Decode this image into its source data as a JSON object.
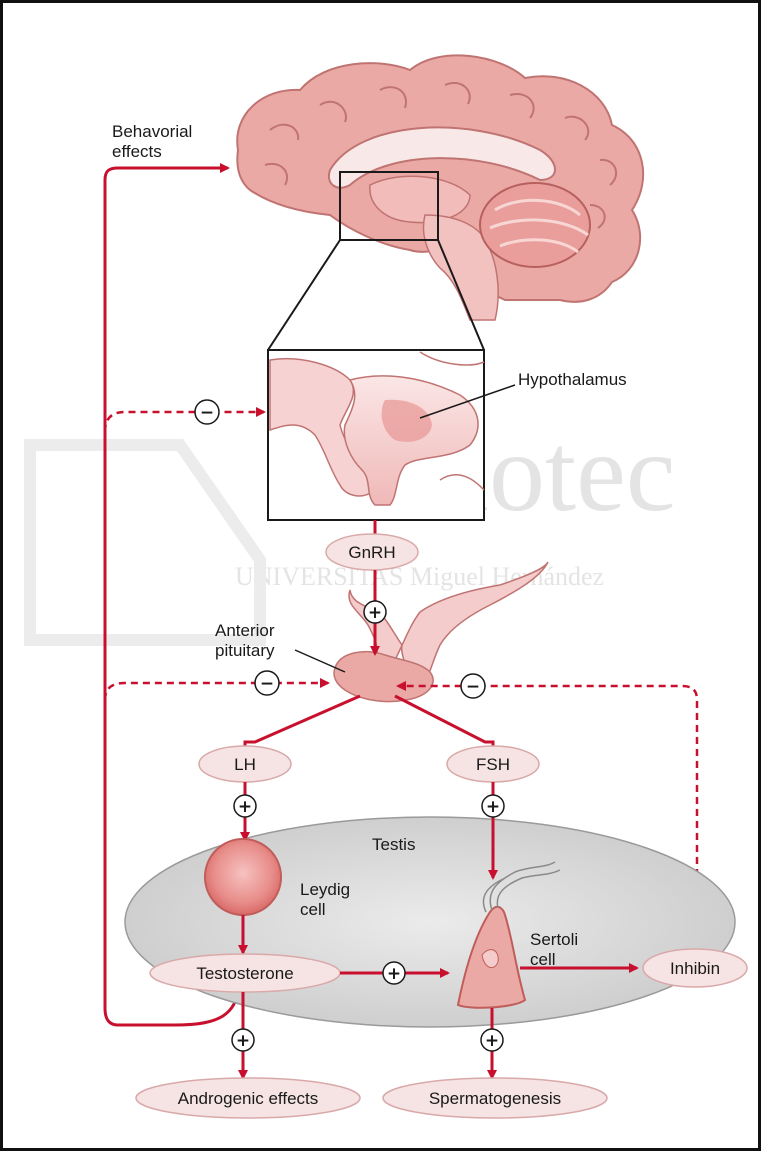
{
  "labels": {
    "behavioral_effects_line1": "Behavorial",
    "behavioral_effects_line2": "effects",
    "hypothalamus": "Hypothalamus",
    "gnrh": "GnRH",
    "anterior_pituitary_line1": "Anterior",
    "anterior_pituitary_line2": "pituitary",
    "lh": "LH",
    "fsh": "FSH",
    "testis": "Testis",
    "leydig_line1": "Leydig",
    "leydig_line2": "cell",
    "sertoli_line1": "Sertoli",
    "sertoli_line2": "cell",
    "testosterone": "Testosterone",
    "inhibin": "Inhibin",
    "androgenic_effects": "Androgenic effects",
    "spermatogenesis": "Spermatogenesis"
  },
  "signs": {
    "plus": "+",
    "minus": "−"
  },
  "watermark": {
    "large": "Bibliotec",
    "small": "UNIVERSITAS Miguel Hernández"
  },
  "colors": {
    "arrow": "#c8102e",
    "oval_fill": "#f6e3e3",
    "oval_stroke": "#d9a9a9",
    "tissue": "#eba9a6",
    "tissue_light": "#f4cccb",
    "testis_fill": "#d7d7d7"
  }
}
